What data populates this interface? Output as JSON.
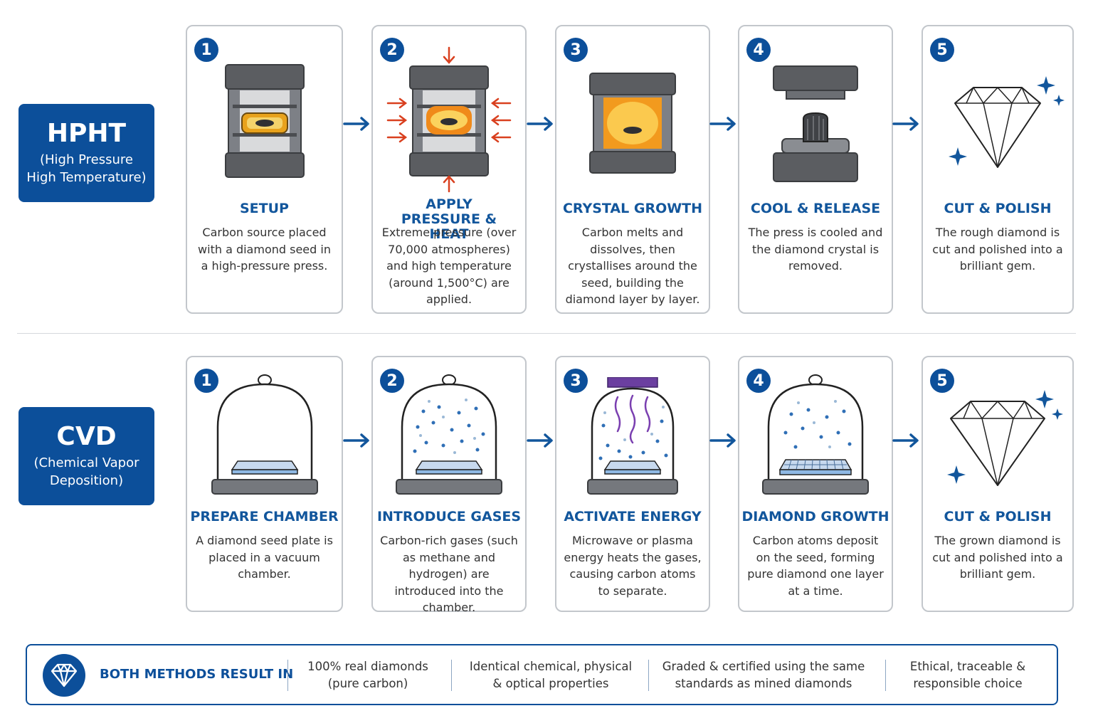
{
  "colors": {
    "brand": "#0c4f9a",
    "title_blue": "#12569c",
    "arrow_red": "#d9401f",
    "border": "#c3c7cc"
  },
  "hpht": {
    "name": "HPHT",
    "subtitle": "(High Pressure High Temperature)",
    "steps": [
      {
        "number": "1",
        "title": "SETUP",
        "desc": "Carbon source placed with a diamond seed in a high-pressure press.",
        "icon": "press-setup-icon"
      },
      {
        "number": "2",
        "title": "APPLY PRESSURE & HEAT",
        "desc": "Extreme pressure (over 70,000 atmospheres) and high temperature (around 1,500°C) are applied.",
        "icon": "press-pressure-heat-icon"
      },
      {
        "number": "3",
        "title": "CRYSTAL GROWTH",
        "desc": "Carbon melts and dissolves, then crystallises around the seed, building the diamond layer by layer.",
        "icon": "press-crystal-growth-icon"
      },
      {
        "number": "4",
        "title": "COOL & RELEASE",
        "desc": "The press is cooled and the diamond crystal is removed.",
        "icon": "press-open-icon"
      },
      {
        "number": "5",
        "title": "CUT & POLISH",
        "desc": "The rough diamond is cut and polished into a brilliant gem.",
        "icon": "diamond-gem-icon"
      }
    ]
  },
  "cvd": {
    "name": "CVD",
    "subtitle": "(Chemical Vapor Deposition)",
    "steps": [
      {
        "number": "1",
        "title": "PREPARE CHAMBER",
        "desc": "A diamond seed plate is placed in a vacuum chamber.",
        "icon": "vacuum-chamber-icon"
      },
      {
        "number": "2",
        "title": "INTRODUCE GASES",
        "desc": "Carbon-rich gases (such as methane and hydrogen) are introduced into the chamber.",
        "icon": "chamber-gases-icon"
      },
      {
        "number": "3",
        "title": "ACTIVATE ENERGY",
        "desc": "Microwave or plasma energy heats the gases, causing carbon atoms to separate.",
        "icon": "chamber-plasma-icon"
      },
      {
        "number": "4",
        "title": "DIAMOND GROWTH",
        "desc": "Carbon atoms deposit on the seed, forming pure diamond one layer at a time.",
        "icon": "chamber-diamond-growth-icon"
      },
      {
        "number": "5",
        "title": "CUT & POLISH",
        "desc": "The grown diamond is cut and polished into a brilliant gem.",
        "icon": "diamond-gem-icon"
      }
    ]
  },
  "summary": {
    "title": "BOTH METHODS RESULT IN",
    "icon": "diamond-icon",
    "items": [
      "100% real diamonds (pure carbon)",
      "Identical chemical, physical & optical properties",
      "Graded & certified using the same standards as mined diamonds",
      "Ethical, traceable & responsible choice"
    ]
  }
}
